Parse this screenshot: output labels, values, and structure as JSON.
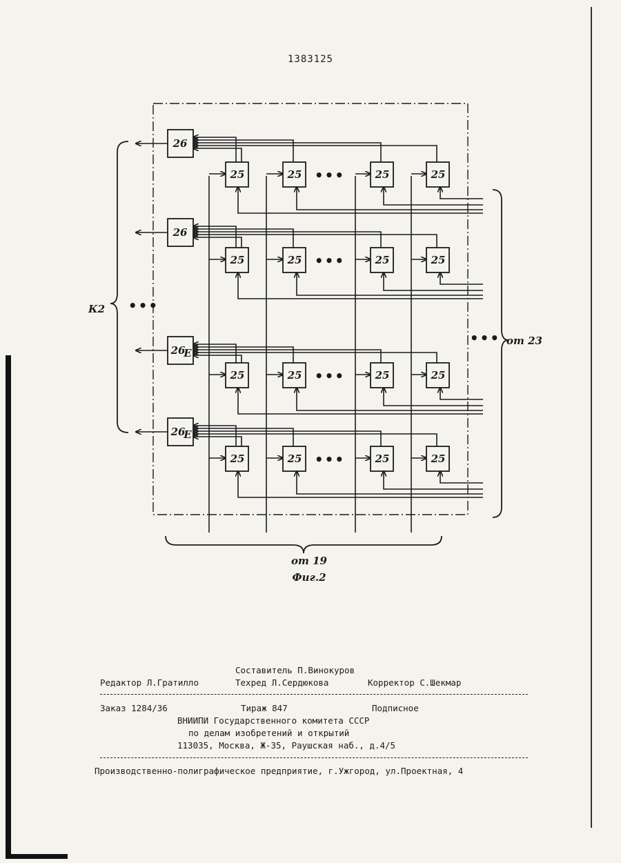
{
  "page_number": "1383125",
  "figure": {
    "caption": "Фиг.2",
    "block_labels": {
      "output_block": "26",
      "output_block_e_base": "26",
      "output_block_e_sub": "E",
      "cell": "25"
    },
    "label_left_group": "К2",
    "label_bottom_group": "от 19",
    "label_right_group": "от 23",
    "ellipsis": "•••"
  },
  "imprint": {
    "compiler": "Составитель П.Винокуров",
    "editor": "Редактор Л.Гратилло",
    "techred": "Техред Л.Сердюкова",
    "corrector": "Корректор С.Шекмар",
    "order": "Заказ 1284/36",
    "circulation": "Тираж 847",
    "subscription": "Подписное",
    "org_line1": "ВНИИПИ Государственного комитета СССР",
    "org_line2": "по делам изобретений и открытий",
    "address": "113035, Москва, Ж-35, Раушская наб., д.4/5",
    "printer": "Производственно-полиграфическое предприятие, г.Ужгород, ул.Проектная, 4"
  }
}
